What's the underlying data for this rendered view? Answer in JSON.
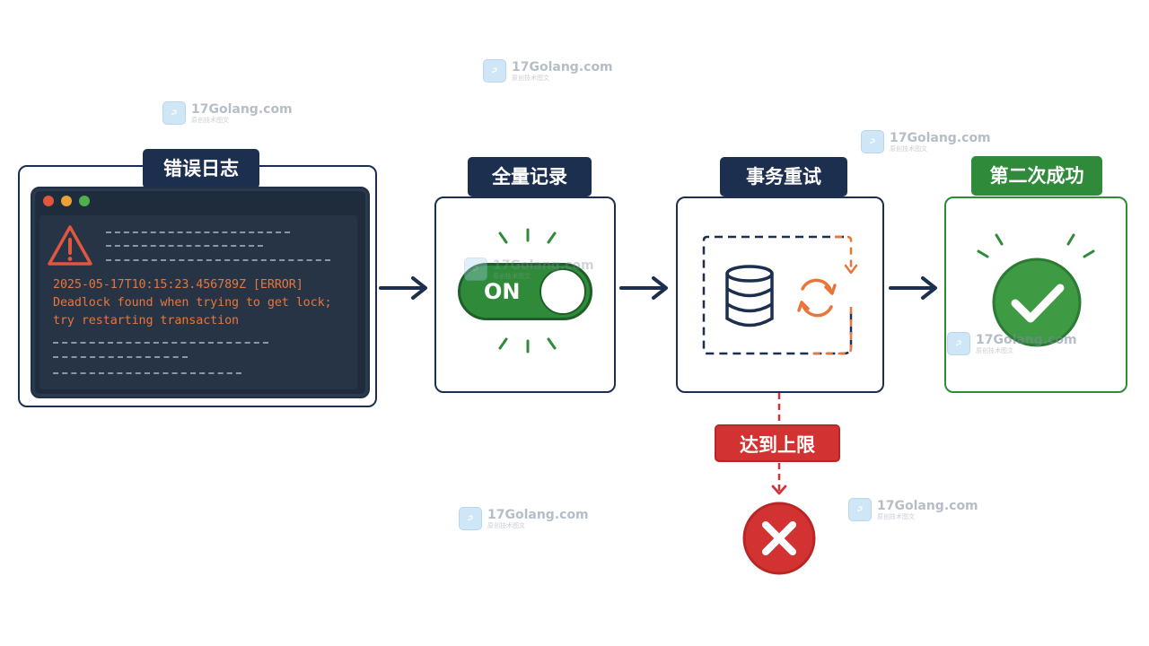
{
  "steps": {
    "error_log": {
      "title": "错误日志",
      "log_line1": "2025-05-17T10:15:23.456789Z  [ERROR]",
      "log_line2": "Deadlock found when trying to get lock;",
      "log_line3": "try restarting transaction"
    },
    "full_logging": {
      "title": "全量记录",
      "toggle_label": "ON"
    },
    "retry": {
      "title": "事务重试"
    },
    "second_success": {
      "title": "第二次成功"
    },
    "limit": {
      "title": "达到上限"
    }
  },
  "watermark": {
    "name": "17Golang.com",
    "sub": "原创技术图文"
  },
  "colors": {
    "navy": "#1d2f4e",
    "green": "#2f8a3a",
    "red": "#d33232",
    "orange": "#e8763c"
  },
  "icons": [
    "warning-icon",
    "database-icon",
    "refresh-icon",
    "check-icon",
    "x-icon",
    "arrow-right-icon"
  ]
}
